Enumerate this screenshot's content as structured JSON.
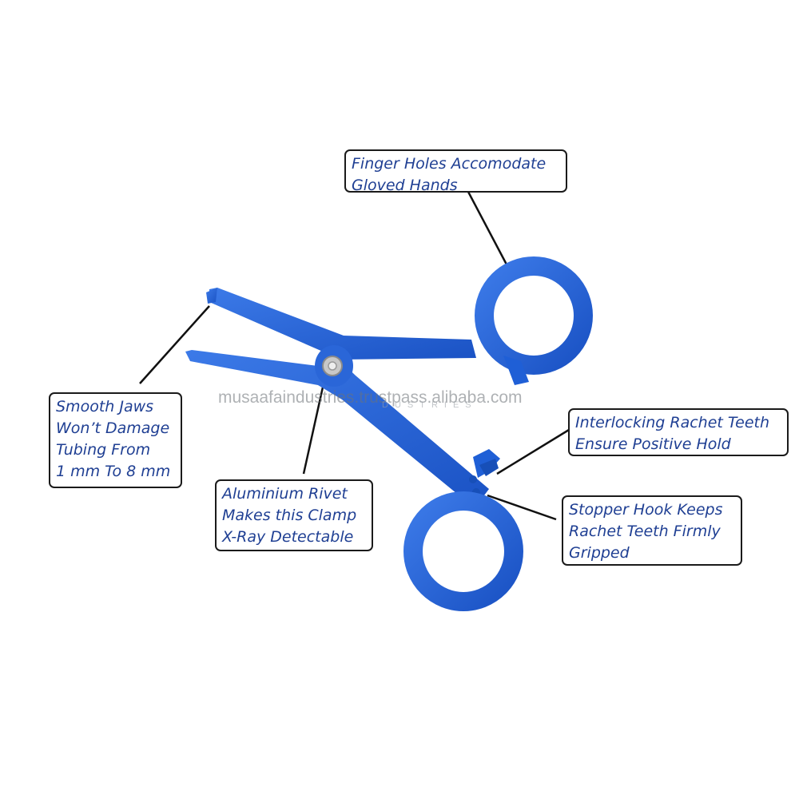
{
  "callouts": {
    "finger_holes": {
      "line1": "Finger Holes Accomodate",
      "line2": "Gloved Hands"
    },
    "smooth_jaws": {
      "line1": "Smooth Jaws",
      "line2": "Won’t Damage",
      "line3": "Tubing From",
      "line4": "1 mm To 8 mm"
    },
    "rivet": {
      "line1": "Aluminium Rivet",
      "line2": "Makes this Clamp",
      "line3": "X-Ray Detectable"
    },
    "ratchet": {
      "line1": "Interlocking Rachet Teeth",
      "line2": "Ensure Positive Hold"
    },
    "stopper": {
      "line1": "Stopper Hook Keeps",
      "line2": "Rachet Teeth Firmly",
      "line3": "Gripped"
    }
  },
  "watermark": {
    "text": "musaafaindustries.trustpass.alibaba.com",
    "sub": "DUSTRIES"
  },
  "colors": {
    "clamp_blue": "#1f5fd6",
    "callout_text": "#1f3f93",
    "rivet_silver": "#c8c8c8"
  }
}
